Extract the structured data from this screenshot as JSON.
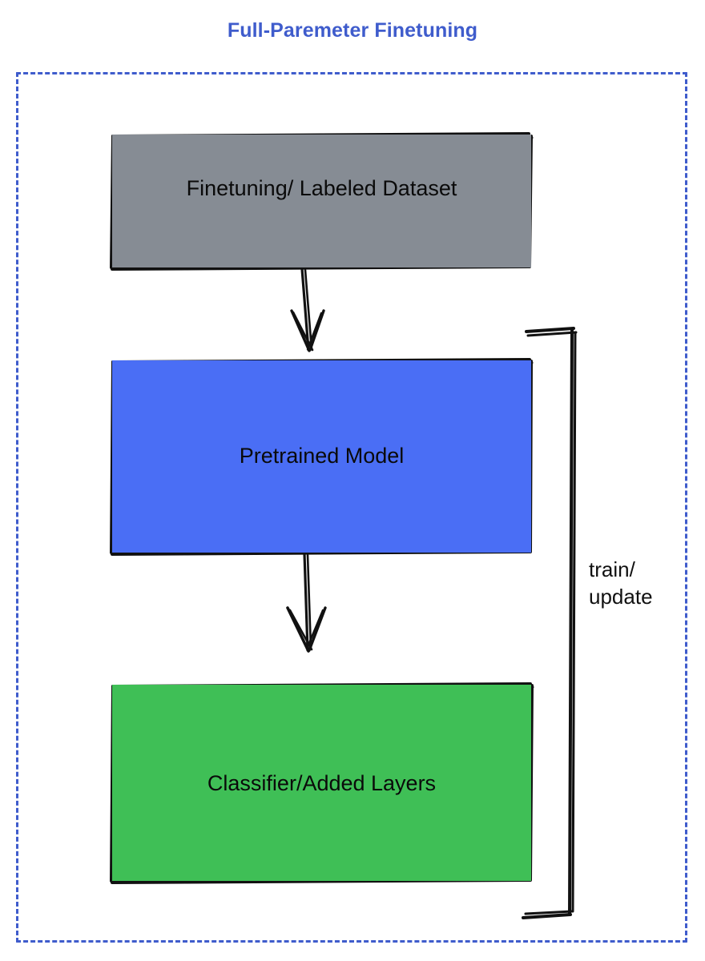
{
  "diagram": {
    "title": "Full-Paremeter Finetuning",
    "title_color": "#3f5ccc",
    "frame_border_color": "#3f5ccc",
    "background_color": "#ffffff"
  },
  "nodes": [
    {
      "id": "dataset",
      "label": "Finetuning/ Labeled Dataset",
      "fill": "#868c94",
      "stroke": "#000000",
      "text_color": "#0a0a0a"
    },
    {
      "id": "pretrained",
      "label": "Pretrained Model",
      "fill": "#4a6ef5",
      "stroke": "#000000",
      "text_color": "#0a0a0a"
    },
    {
      "id": "classifier",
      "label": "Classifier/Added Layers",
      "fill": "#3fbf56",
      "stroke": "#000000",
      "text_color": "#0a0a0a"
    }
  ],
  "edges": [
    {
      "id": "dataset-to-pretrained",
      "from": "dataset",
      "to": "pretrained",
      "label": "",
      "style": "hand-drawn-arrow-down"
    },
    {
      "id": "pretrained-to-classifier",
      "from": "pretrained",
      "to": "classifier",
      "label": "",
      "style": "hand-drawn-arrow-down"
    },
    {
      "id": "classifier-to-pretrained-loop",
      "from": "classifier",
      "to": "pretrained",
      "label_line1": "train/",
      "label_line2": "update",
      "style": "hand-drawn-bracket-loop"
    }
  ]
}
